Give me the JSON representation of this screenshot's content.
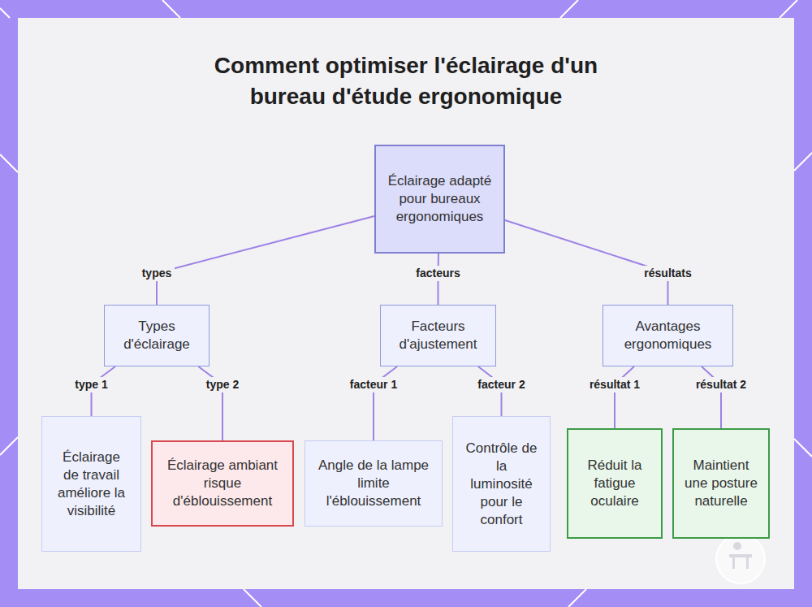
{
  "diagram": {
    "title": "Comment optimiser l'éclairage d'un bureau d'étude ergonomique",
    "nodes": [
      {
        "text": [
          "Éclairage adapté pour bureaux ergonomiques"
        ]
      },
      {
        "text": [
          "Types d'éclairage"
        ]
      },
      {
        "text": [
          "Facteurs d'ajustement"
        ]
      },
      {
        "text": [
          "Avantages ergonomiques"
        ]
      },
      {
        "text": [
          "Éclairage de travail améliore la visibilité"
        ]
      },
      {
        "text": [
          "Éclairage ambiant risque d'éblouissement"
        ]
      },
      {
        "text": [
          "Angle de la lampe limite l'éblouissement"
        ]
      },
      {
        "text": [
          "Contrôle de la luminosité pour le confort"
        ]
      },
      {
        "text": [
          "Réduit la fatigue oculaire"
        ]
      },
      {
        "text": [
          "Maintient une posture naturelle"
        ]
      }
    ],
    "edges": [
      {
        "from": 0,
        "to": 1,
        "label": "types",
        "arrow": "none"
      },
      {
        "from": 0,
        "to": 2,
        "label": "facteurs",
        "arrow": "none"
      },
      {
        "from": 0,
        "to": 3,
        "label": "résultats",
        "arrow": "none"
      },
      {
        "from": 1,
        "to": 4,
        "label": "type 1",
        "arrow": "none"
      },
      {
        "from": 1,
        "to": 5,
        "label": "type 2",
        "arrow": "none"
      },
      {
        "from": 2,
        "to": 6,
        "label": "facteur 1",
        "arrow": "none"
      },
      {
        "from": 2,
        "to": 7,
        "label": "facteur 2",
        "arrow": "none"
      },
      {
        "from": 3,
        "to": 8,
        "label": "résultat 1",
        "arrow": "none"
      },
      {
        "from": 3,
        "to": 9,
        "label": "résultat 2",
        "arrow": "none"
      }
    ]
  }
}
